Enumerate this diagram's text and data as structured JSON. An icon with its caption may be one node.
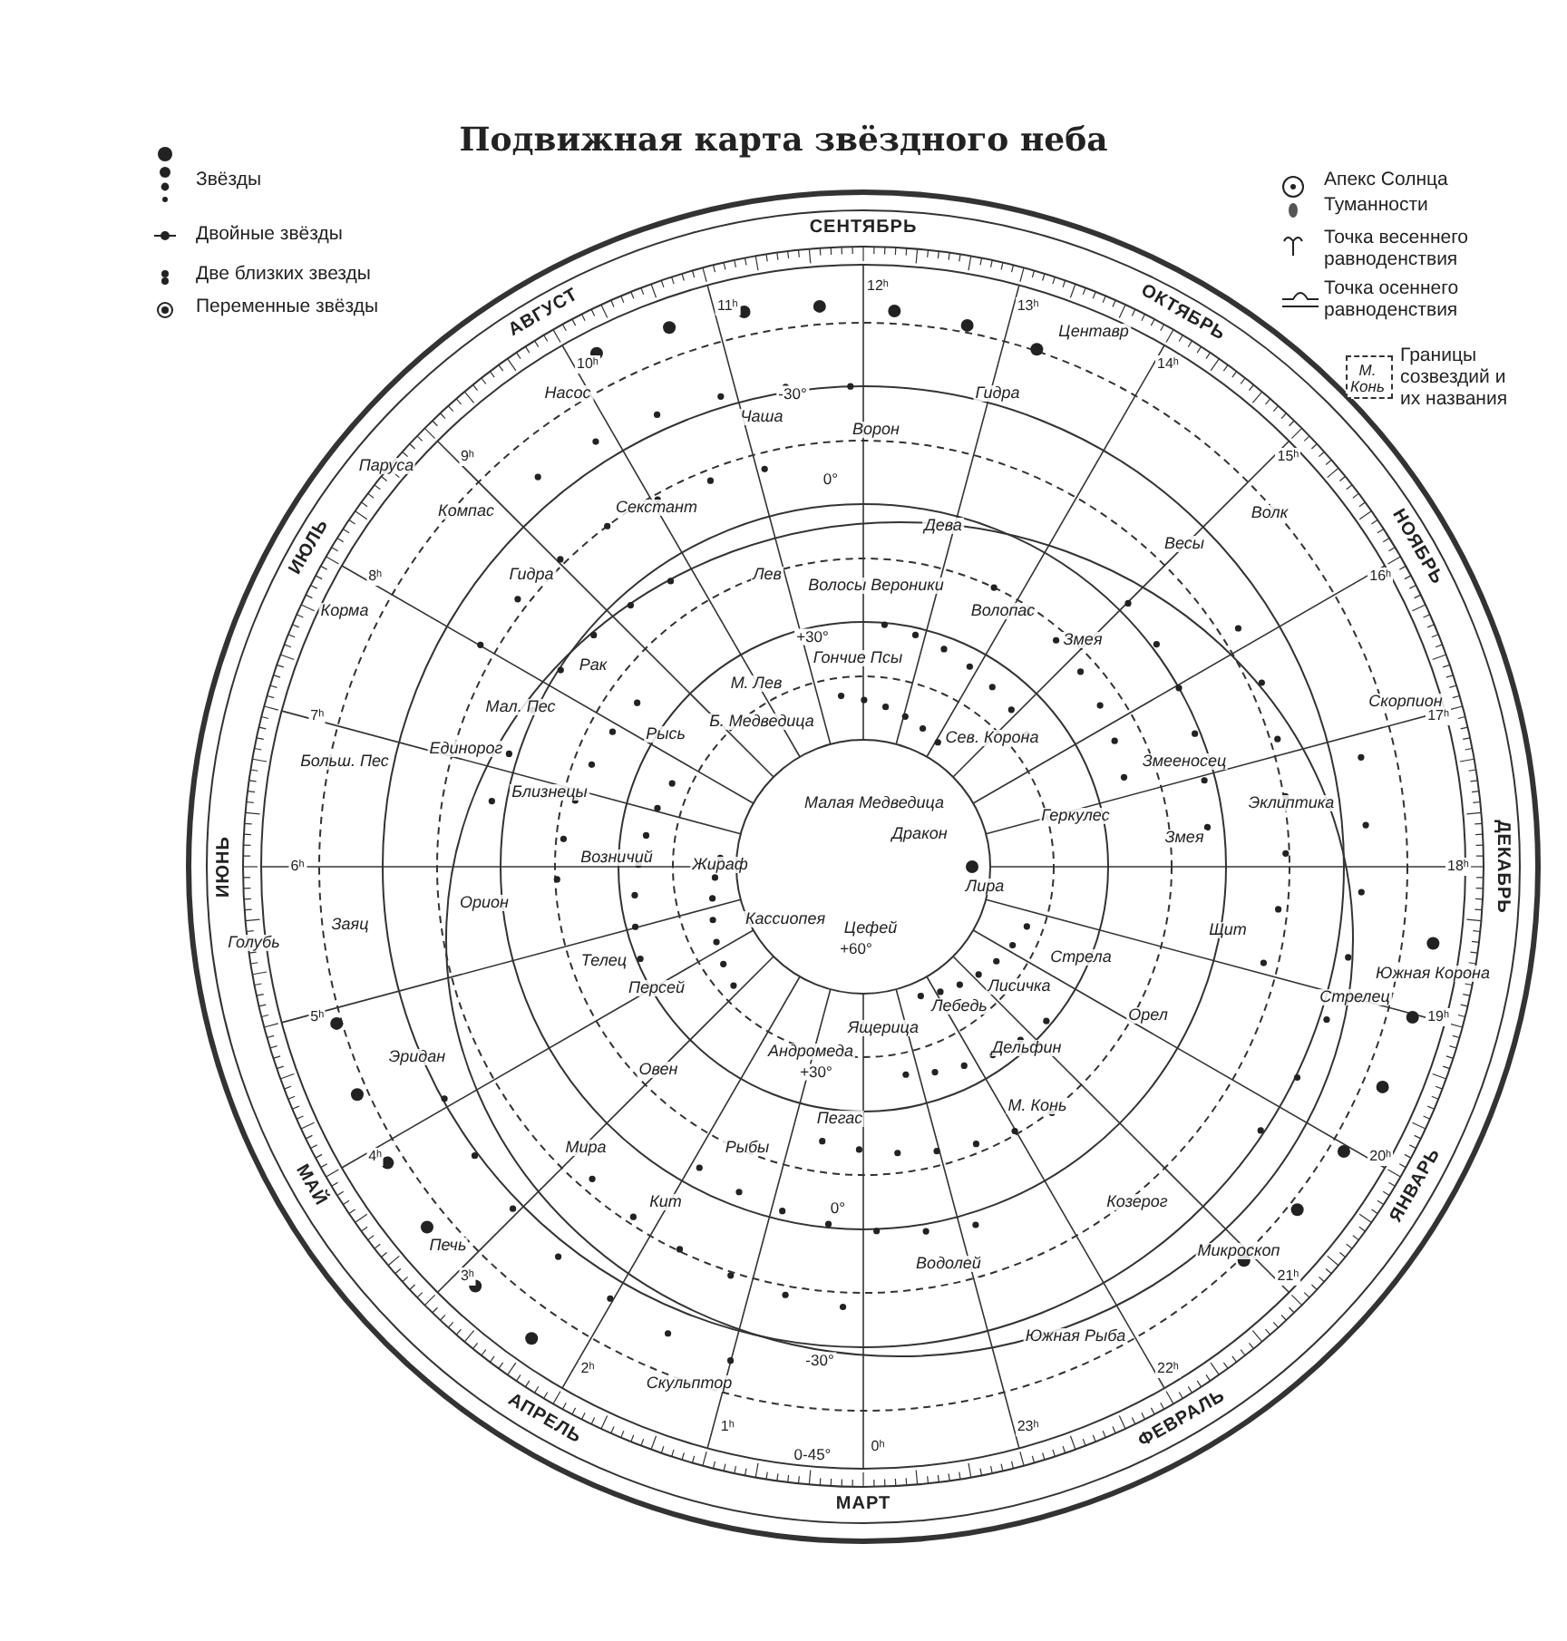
{
  "diagram": {
    "title": "Подвижная карта звёздного неба",
    "legend": [
      {
        "text": "Звёзды"
      },
      {
        "text": "Двойные звёзды"
      },
      {
        "text": "Две близких звезды"
      },
      {
        "text": "Переменные звёзды"
      },
      {
        "text": "Апекс Солнца"
      },
      {
        "text": "Туманности"
      },
      {
        "text": "Точка весеннего равноденствия"
      },
      {
        "text": "Точка осеннего равноденствия"
      },
      {
        "text": "Границы созвездий и их названия"
      }
    ],
    "labels": [
      "М. Конь",
      "СЕНТЯБРЬ",
      "ОКТЯБРЬ",
      "НОЯБРЬ",
      "ДЕКАБРЬ",
      "ЯНВАРЬ",
      "ФЕВРАЛЬ",
      "МАРТ",
      "АПРЕЛЬ",
      "МАЙ",
      "ИЮНЬ",
      "ИЮЛЬ",
      "АВГУСТ",
      "12ʰ",
      "13ʰ",
      "14ʰ",
      "15ʰ",
      "16ʰ",
      "17ʰ",
      "18ʰ",
      "19ʰ",
      "20ʰ",
      "21ʰ",
      "22ʰ",
      "23ʰ",
      "0ʰ",
      "1ʰ",
      "2ʰ",
      "3ʰ",
      "4ʰ",
      "5ʰ",
      "6ʰ",
      "7ʰ",
      "8ʰ",
      "9ʰ",
      "10ʰ",
      "11ʰ",
      "-30°",
      "0°",
      "+30°",
      "+60°",
      "+30°",
      "0°",
      "-30°",
      "0-45°",
      "Центавр",
      "Насос",
      "Чаша",
      "Ворон",
      "Гидра",
      "Паруса",
      "Компас",
      "Секстант",
      "Гидра",
      "Корма",
      "Лев",
      "Больш. Пес",
      "Единорог",
      "Мал. Пес",
      "Рак",
      "Близнецы",
      "Рысь",
      "М. Лев",
      "Б. Медведица",
      "Волосы Вероники",
      "Гончие Псы",
      "Дева",
      "Волопас",
      "Весы",
      "Волк",
      "Змея",
      "Сев. Корона",
      "Геркулес",
      "Змееносец",
      "Змея",
      "Эклиптика",
      "Скорпион",
      "Дракон",
      "Малая Медведица",
      "Жираф",
      "Возничий",
      "Кассиопея",
      "Цефей",
      "Андромеда",
      "Ящерица",
      "Лебедь",
      "Лира",
      "Лисичка",
      "Дельфин",
      "Стрела",
      "Орел",
      "Щит",
      "Стрелец",
      "Южная Корона",
      "М. Конь",
      "Пегас",
      "Козерог",
      "Микроскоп",
      "Водолей",
      "Южная Рыба",
      "Скульптор",
      "Кит",
      "Рыбы",
      "Овен",
      "Мира",
      "Печь",
      "Эридан",
      "Голубь",
      "Заяц",
      "Орион",
      "Телец",
      "Персей"
    ]
  }
}
